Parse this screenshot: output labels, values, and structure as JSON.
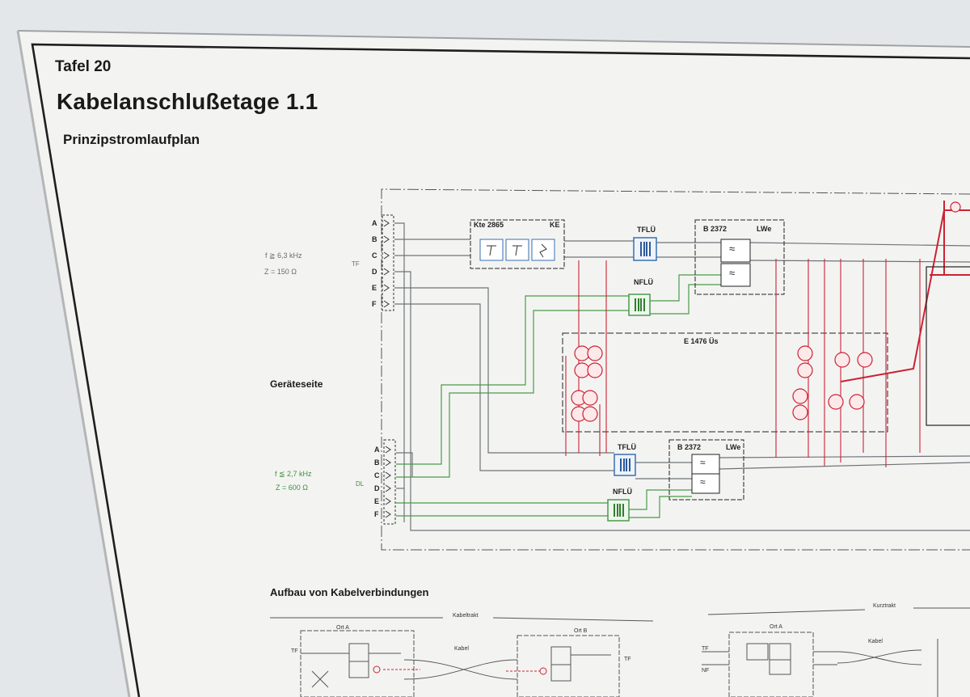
{
  "header": {
    "tafel": "Tafel 20",
    "title": "Kabelanschlußetage 1.1",
    "subtitle": "Prinzipstromlaufplan"
  },
  "side_label": "Geräteseite",
  "section_title": "Aufbau von Kabelverbindungen",
  "tf_group": {
    "spec_freq": "f ≧ 6,3 kHz",
    "spec_z": "Z = 150 Ω",
    "tag": "TF",
    "terminals": [
      "A",
      "B",
      "C",
      "D",
      "E",
      "F"
    ]
  },
  "nf_group": {
    "spec_freq": "f ≦ 2,7 kHz",
    "spec_z": "Z = 600 Ω",
    "tag": "DL",
    "terminals": [
      "A",
      "B",
      "C",
      "D",
      "E",
      "F"
    ]
  },
  "components": {
    "kte_name": "Kte 2865",
    "kte_tag": "KE",
    "tflu_top": "TFLÜ",
    "nflu_top": "NFLÜ",
    "b_top": "B 2372",
    "lwe_top": "LWe",
    "e_box": "E 1476 Üs",
    "tflu_bottom": "TFLÜ",
    "b_bottom": "B 2372",
    "lwe_bottom": "LWe",
    "nflu_bottom": "NFLÜ",
    "filter_symbol": "≈"
  },
  "bottom_diagram": {
    "left_bracket": "Kabeltrakt",
    "right_bracket": "Kurztrakt",
    "ort_a": "Ort A",
    "ort_b": "Ort B",
    "kabel": "Kabel",
    "tf": "TF",
    "tf_left": "TF",
    "tf_b": "TF",
    "tf_right": "TF",
    "nf": "NF",
    "kabel_right": "Kabel",
    "ort_a_right": "Ort A"
  },
  "colors": {
    "tf_line": "#6f7378",
    "nf_line": "#4a9a4a",
    "tf_component": "#3a6fb0",
    "power_line": "#cc2233",
    "frame": "#1e1e1e"
  }
}
